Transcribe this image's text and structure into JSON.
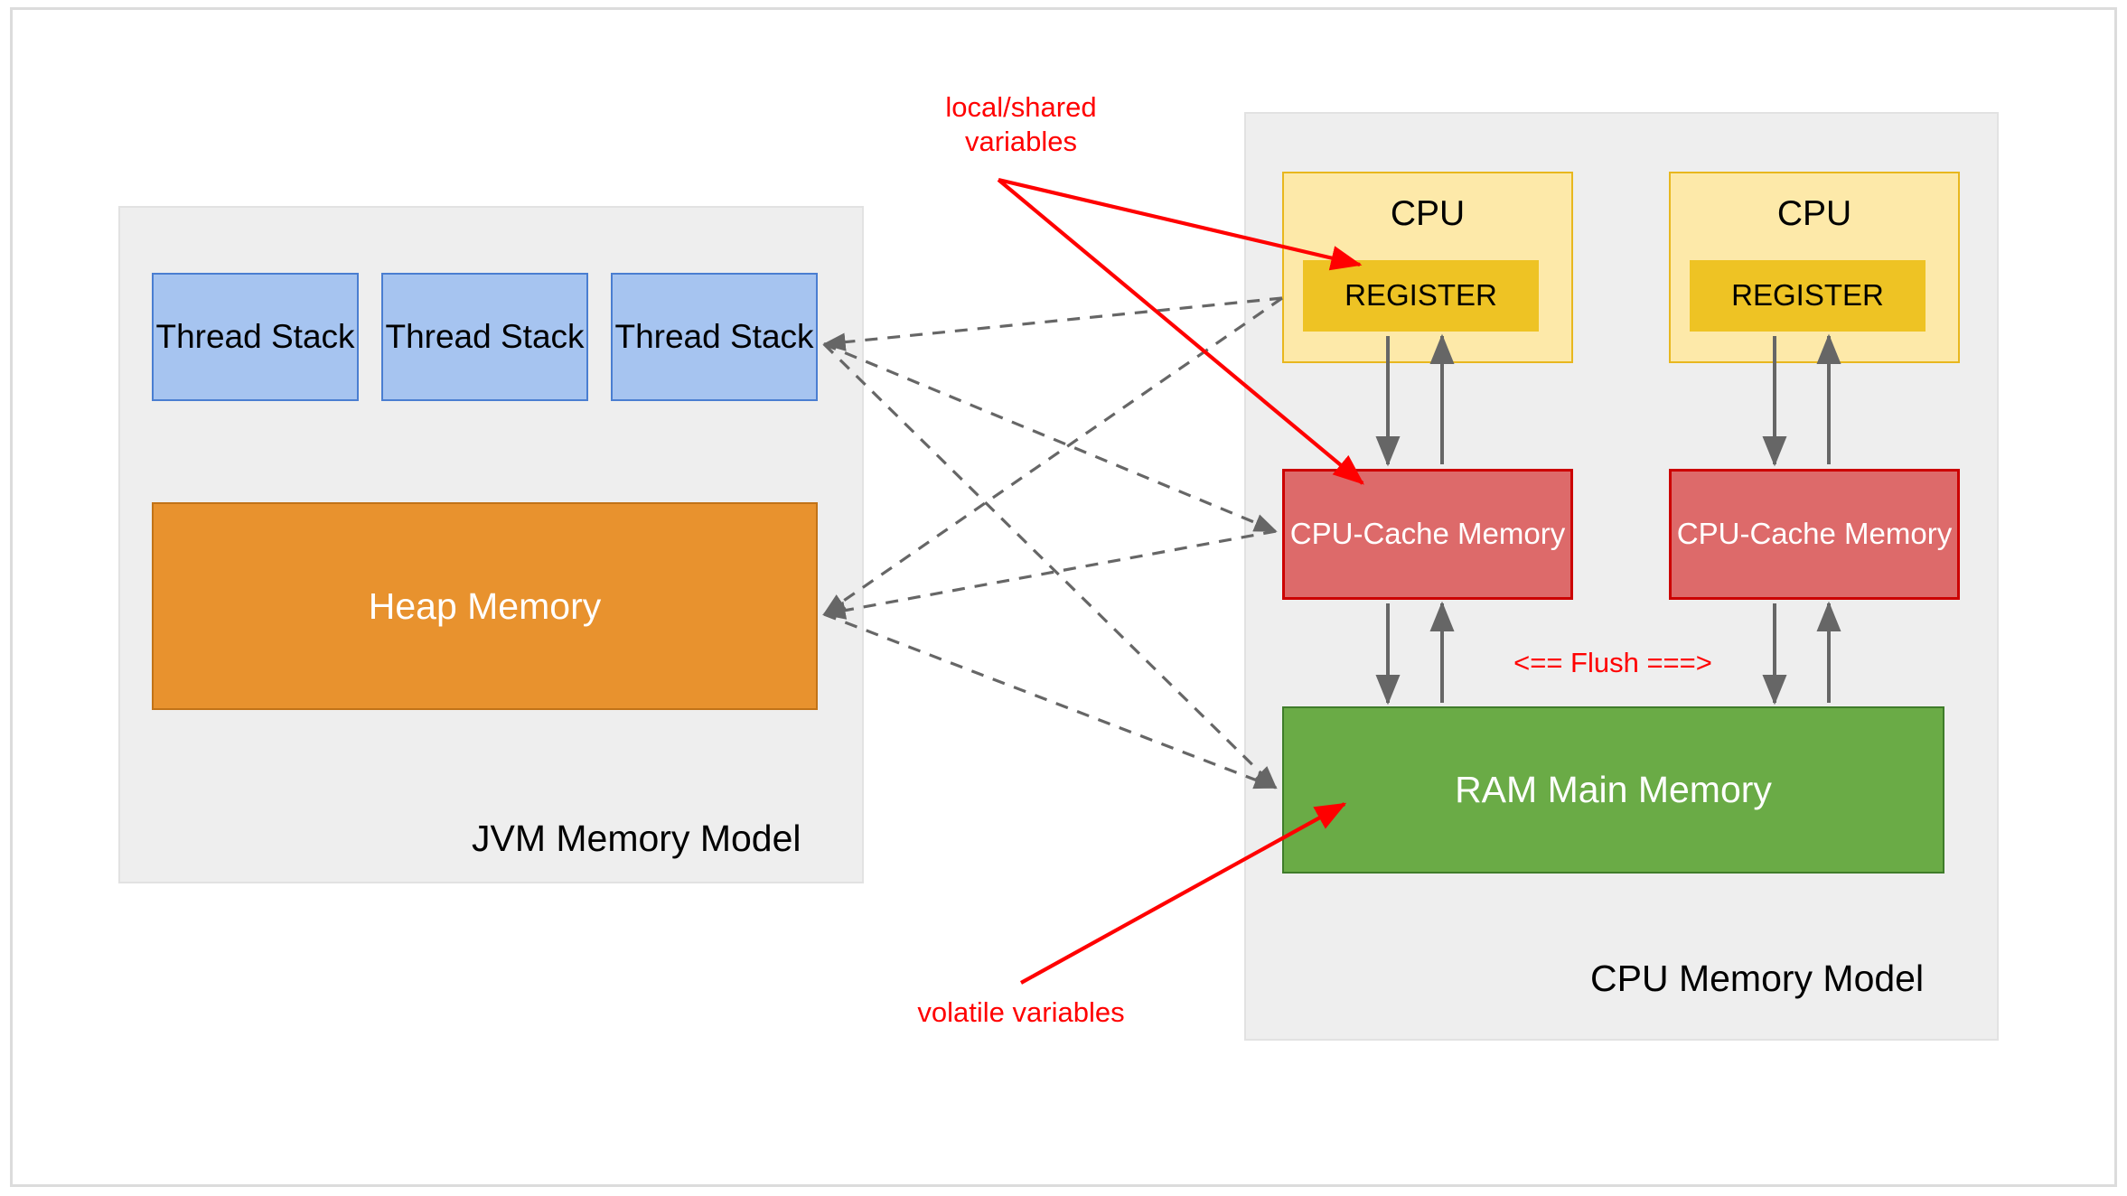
{
  "diagram": {
    "title": "JVM Memory Model and CPU Memory Model",
    "colors": {
      "thread_stack_fill": "#a6c4f0",
      "thread_stack_border": "#4a7ed1",
      "heap_fill": "#e8922e",
      "heap_border": "#c17318",
      "cpu_fill": "#fde9a9",
      "cpu_border": "#e8b71e",
      "register_fill": "#eec324",
      "cache_fill": "#dd6a6a",
      "cache_border": "#cc0000",
      "ram_fill": "#6aab46",
      "ram_border": "#3f7c2a",
      "group_fill": "#eeeeee",
      "annotation_red": "#ff0000",
      "arrow_gray": "#666666"
    }
  },
  "jvm": {
    "title": "JVM Memory Model",
    "thread_stacks": [
      {
        "label": "Thread\nStack"
      },
      {
        "label": "Thread\nStack"
      },
      {
        "label": "Thread\nStack"
      }
    ],
    "heap": {
      "label": "Heap Memory"
    }
  },
  "cpu": {
    "title": "CPU Memory Model",
    "cores": [
      {
        "label": "CPU",
        "register": "REGISTER",
        "cache": "CPU-Cache\nMemory"
      },
      {
        "label": "CPU",
        "register": "REGISTER",
        "cache": "CPU-Cache\nMemory"
      }
    ],
    "ram": {
      "label": "RAM Main Memory"
    }
  },
  "annotations": {
    "local_shared": "local/shared\nvariables",
    "volatile": "volatile variables",
    "flush": "<== Flush ===>"
  }
}
